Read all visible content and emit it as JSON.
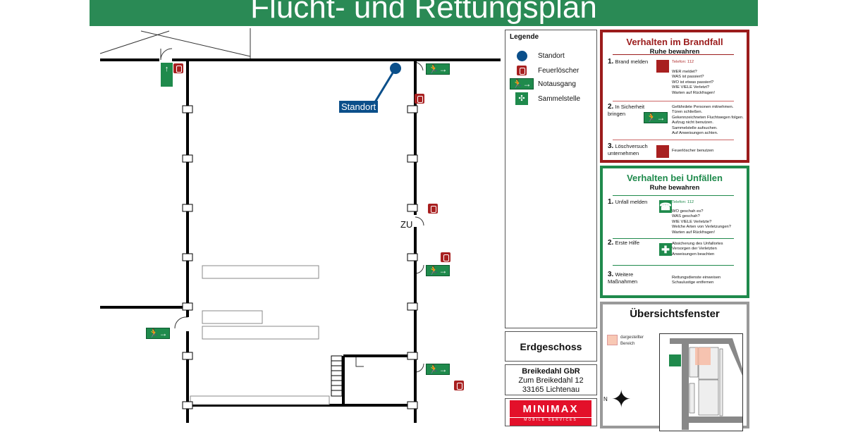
{
  "title": "Flucht- und Rettungsplan",
  "colors": {
    "title_green": "#2a8a55",
    "fire_red": "#9b1c1c",
    "safety_green": "#1f8a4c",
    "standort_blue": "#0b4f8a",
    "minimax_red": "#e3102a"
  },
  "plan": {
    "standort_label": "Standort",
    "zu_label": "ZU"
  },
  "legend": {
    "title": "Legende",
    "items": [
      {
        "icon": "location-dot-icon",
        "label": "Standort"
      },
      {
        "icon": "fire-extinguisher-icon",
        "label": "Feuerlöscher"
      },
      {
        "icon": "emergency-exit-icon",
        "label": "Notausgang"
      },
      {
        "icon": "assembly-point-icon",
        "label": "Sammelstelle"
      }
    ]
  },
  "floor": "Erdgeschoss",
  "address": {
    "name": "Breikedahl GbR",
    "street": "Zum Breikedahl 12",
    "city": "33165 Lichtenau"
  },
  "logo": {
    "text": "MINIMAX",
    "sub": "MOBILE SERVICES"
  },
  "fire": {
    "title": "Verhalten im Brandfall",
    "subtitle": "Ruhe bewahren",
    "steps": [
      {
        "num": "1.",
        "label": "Brand melden",
        "phone": "Telefon: 112",
        "lines": [
          "WER meldet?",
          "WAS ist passiert?",
          "WO ist etwas passiert?",
          "WIE VIELE Verletzt?",
          "Warten auf Rückfragen!"
        ]
      },
      {
        "num": "2.",
        "label": "In Sicherheit bringen",
        "lines": [
          "Gefährdete Personen mitnehmen.",
          "Türen schließen.",
          "Gekennzeichneten Fluchtwegen folgen.",
          "Aufzug nicht benutzen.",
          "Sammelstelle aufsuchen.",
          "Auf Anweisungen achten."
        ]
      },
      {
        "num": "3.",
        "label": "Löschversuch unternehmen",
        "lines": [
          "Feuerlöscher benutzen"
        ]
      }
    ]
  },
  "accident": {
    "title": "Verhalten bei Unfällen",
    "subtitle": "Ruhe bewahren",
    "steps": [
      {
        "num": "1.",
        "label": "Unfall melden",
        "phone": "Telefon: 112",
        "lines": [
          "WO geschah es?",
          "WAS geschah?",
          "WIE VIELE Verletzte?",
          "Welche Arten von Verletzungen?",
          "Warten auf Rückfragen!"
        ]
      },
      {
        "num": "2.",
        "label": "Erste Hilfe",
        "lines": [
          "Absicherung des Unfallortes",
          "Versorgen der Verletzten",
          "Anweisungen beachten"
        ]
      },
      {
        "num": "3.",
        "label": "Weitere Maßnahmen",
        "lines": [
          "Rettungsdienste einweisen",
          "Schaulustige entfernen"
        ]
      }
    ]
  },
  "overview": {
    "title": "Übersichtsfenster",
    "legend_label": "dargestellter Bereich",
    "north": "N"
  }
}
